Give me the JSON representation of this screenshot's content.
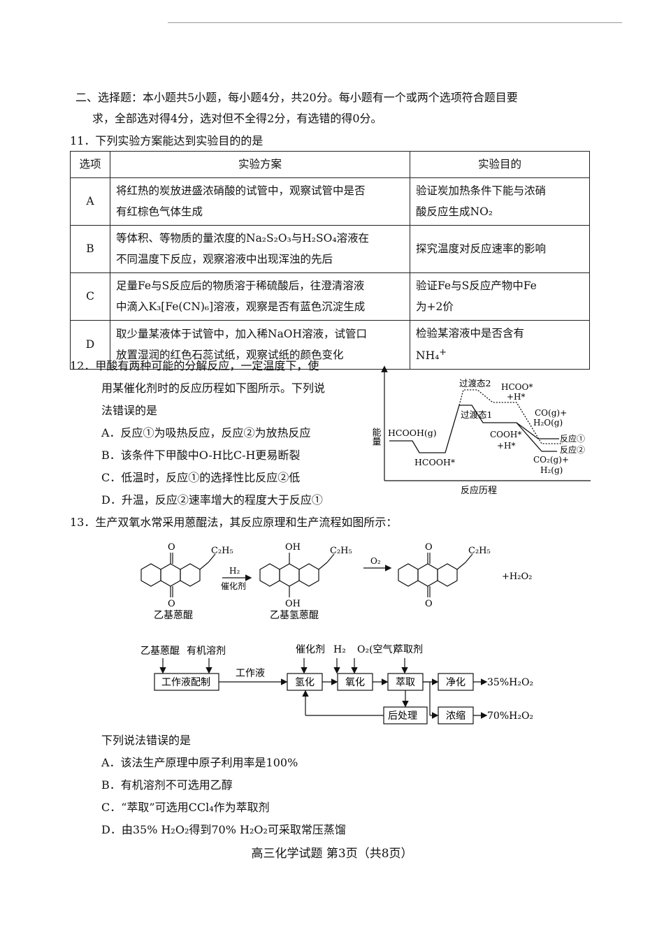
{
  "section_heading": {
    "line1": "二、选择题：本小题共5小题，每小题4分，共20分。每小题有一个或两个选项符合题目要",
    "line2": "求，全部选对得4分，选对但不全得2分，有选错的得0分。"
  },
  "q11": {
    "stem": "11．下列实验方案能达到实验目的的是",
    "headers": [
      "选项",
      "实验方案",
      "实验目的"
    ],
    "rows": [
      {
        "opt": "A",
        "plan_1": "将红热的炭放进盛浓硝酸的试管中，观察试管中是否",
        "plan_2": "有红棕色气体生成",
        "goal_1": "验证炭加热条件下能与浓硝",
        "goal_2": "酸反应生成NO₂"
      },
      {
        "opt": "B",
        "plan_1": "等体积、等物质的量浓度的Na₂S₂O₃与H₂SO₄溶液在",
        "plan_2": "不同温度下反应，观察溶液中出现浑浊的先后",
        "goal_1": "探究温度对反应速率的影响",
        "goal_2": ""
      },
      {
        "opt": "C",
        "plan_1": "足量Fe与S反应后的物质溶于稀硫酸后，往澄清溶液",
        "plan_2": "中滴入K₃[Fe(CN)₆]溶液，观察是否有蓝色沉淀生成",
        "goal_1": "验证Fe与S反应产物中Fe",
        "goal_2": "为+2价"
      },
      {
        "opt": "D",
        "plan_1": "取少量某液体于试管中，加入稀NaOH溶液，试管口",
        "plan_2": "放置湿润的红色石蕊试纸，观察试纸的颜色变化",
        "goal_1": "检验某溶液中是否含有",
        "goal_2": "NH₄"
      }
    ]
  },
  "q12": {
    "stem_1": "12．甲酸有两种可能的分解反应，一定温度下，使",
    "stem_2": "用某催化剂时的反应历程如下图所示。下列说",
    "stem_3": "法错误的是",
    "options": [
      "A．反应①为吸热反应，反应②为放热反应",
      "B．该条件下甲酸中O-H比C-H更易断裂",
      "C．低温时，反应①的选择性比反应②低",
      "D．升温，反应②速率增大的程度大于反应①"
    ],
    "diagram": {
      "ylabel": "能量",
      "xlabel": "反应历程",
      "labels": {
        "hcooh_g": "HCOOH(g)",
        "hcooh_ads": "HCOOH*",
        "ts2": "过渡态2",
        "ts1": "过渡态1",
        "hcoo_1": "HCOO*",
        "hcoo_2": "+H*",
        "cooh_1": "COOH*",
        "cooh_2": "+H*",
        "co_1": "CO(g)+",
        "co_2": "H₂O(g)",
        "co2_1": "CO₂(g)+",
        "co2_2": "H₂(g)",
        "r1": "反应①",
        "r2": "反应②"
      }
    }
  },
  "q13": {
    "stem": "13．生产双氧水常采用蒽醌法，其反应原理和生产流程如图所示：",
    "reaction": {
      "substituent": "C₂H₅",
      "o_label": "O",
      "oh_label": "OH",
      "reagent1": "H₂",
      "reagent1_cond": "催化剂",
      "reagent2": "O₂",
      "product_extra": "+H₂O₂",
      "name1": "乙基蒽醌",
      "name2": "乙基氢蒽醌"
    },
    "flow": {
      "in1": "乙基蒽醌",
      "in2": "有机溶剂",
      "box_prep": "工作液配制",
      "arrow_label": "工作液",
      "in_catalyst": "催化剂",
      "in_h2": "H₂",
      "in_o2": "O₂(空气)",
      "in_extractant": "萃取剂",
      "box_hydro": "氢化",
      "box_oxid": "氧化",
      "box_extract": "萃取",
      "box_purify": "净化",
      "box_post": "后处理",
      "box_concentrate": "浓缩",
      "out1": "35%H₂O₂",
      "out2": "70%H₂O₂"
    },
    "question": "下列说法错误的是",
    "options": [
      "A．该法生产原理中原子利用率是100%",
      "B．有机溶剂不可选用乙醇",
      "C．“萃取”可选用CCl₄作为萃取剂",
      "D．由35% H₂O₂得到70% H₂O₂可采取常压蒸馏"
    ]
  },
  "footer": "高三化学试题 第3页（共8页）"
}
